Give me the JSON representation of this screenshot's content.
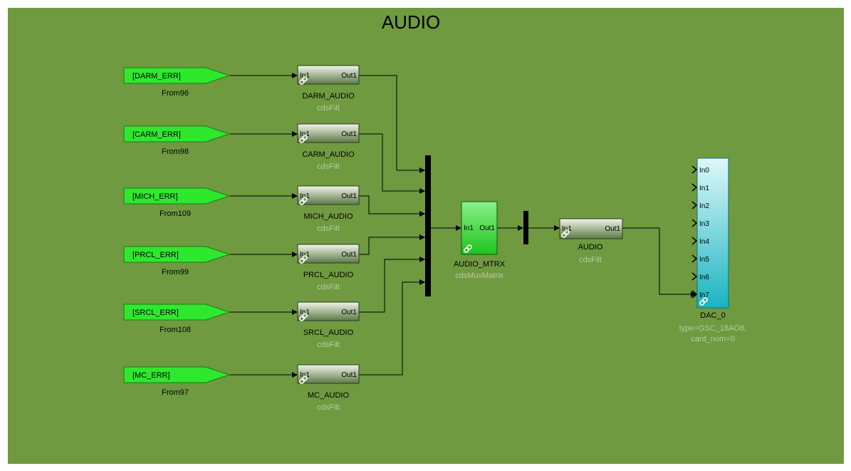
{
  "title": "AUDIO",
  "colors": {
    "background": "#6f9a40",
    "canvas_border": "#ffffff",
    "from_fill": "#2ee82e",
    "filter_top": "#f2f5ea",
    "filter_bottom": "#5c7a46",
    "matrix_fill": "#22cc22",
    "dac_top": "#dff8fa",
    "dac_bottom": "#19b4c2",
    "wire": "#000000",
    "sublabel": "#b9c9a6"
  },
  "froms": [
    {
      "tag": "[DARM_ERR]",
      "name": "From96"
    },
    {
      "tag": "[CARM_ERR]",
      "name": "From98"
    },
    {
      "tag": "[MICH_ERR]",
      "name": "From109"
    },
    {
      "tag": "[PRCL_ERR]",
      "name": "From99"
    },
    {
      "tag": "[SRCL_ERR]",
      "name": "From108"
    },
    {
      "tag": "[MC_ERR]",
      "name": "From97"
    }
  ],
  "filters": [
    {
      "name": "DARM_AUDIO",
      "type": "cdsFilt",
      "in": "In1",
      "out": "Out1"
    },
    {
      "name": "CARM_AUDIO",
      "type": "cdsFilt",
      "in": "In1",
      "out": "Out1"
    },
    {
      "name": "MICH_AUDIO",
      "type": "cdsFilt",
      "in": "In1",
      "out": "Out1"
    },
    {
      "name": "PRCL_AUDIO",
      "type": "cdsFilt",
      "in": "In1",
      "out": "Out1"
    },
    {
      "name": "SRCL_AUDIO",
      "type": "cdsFilt",
      "in": "In1",
      "out": "Out1"
    },
    {
      "name": "MC_AUDIO",
      "type": "cdsFilt",
      "in": "In1",
      "out": "Out1"
    }
  ],
  "matrix": {
    "name": "AUDIO_MTRX",
    "type": "cdsMuxMatrix",
    "in": "In1",
    "out": "Out1"
  },
  "audio_filter": {
    "name": "AUDIO",
    "type": "cdsFilt",
    "in": "In1",
    "out": "Out1"
  },
  "dac": {
    "name": "DAC_0",
    "params": [
      "type=GSC_18AO8,",
      "card_num=0"
    ],
    "ports": [
      "In0",
      "In1",
      "In2",
      "In3",
      "In4",
      "In5",
      "In6",
      "In7"
    ]
  },
  "icons": {
    "link": "link-icon"
  }
}
